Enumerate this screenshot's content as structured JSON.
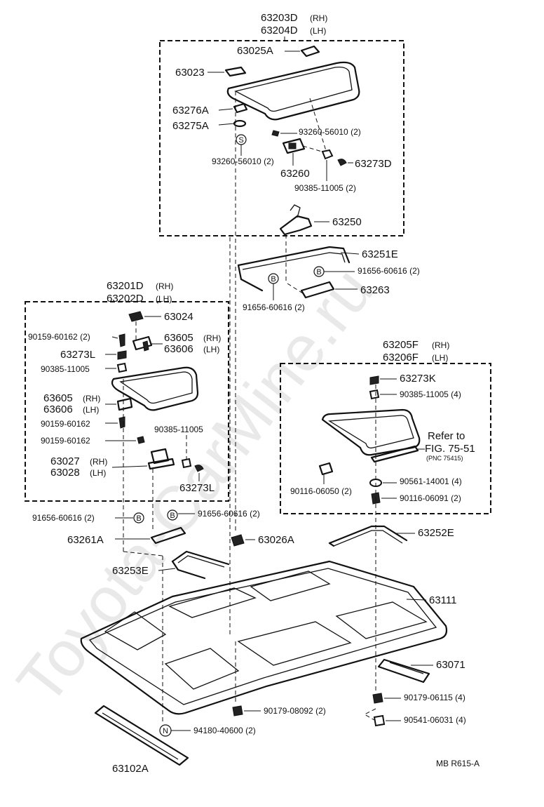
{
  "watermark": "Toyota-CarMine.ru",
  "footer_code": "MB  R615-A",
  "groups": {
    "roof_top": {
      "code1": "63203D",
      "side1": "(RH)",
      "code2": "63204D",
      "side2": "(LH)"
    },
    "roof_left": {
      "code1": "63201D",
      "side1": "(RH)",
      "code2": "63202D",
      "side2": "(LH)"
    },
    "roof_right": {
      "code1": "63205F",
      "side1": "(RH)",
      "code2": "63206F",
      "side2": "(LH)"
    }
  },
  "refer": {
    "line1": "Refer to",
    "line2": "FIG. 75-51",
    "line3": "(PNC 75415)"
  },
  "symbols": {
    "s": "S",
    "b": "B",
    "n": "N"
  },
  "labels": {
    "p63025A": "63025A",
    "p63023": "63023",
    "p63276A": "63276A",
    "p63275A": "63275A",
    "p93260a": "93260-56010 (2)",
    "p93260b": "93260-56010 (2)",
    "p63260": "63260",
    "p63273D": "63273D",
    "p90385a": "90385-11005 (2)",
    "p63250": "63250",
    "p63251E": "63251E",
    "p91656a": "91656-60616 (2)",
    "p91656b": "91656-60616 (2)",
    "p63263": "63263",
    "p63024": "63024",
    "p90159a": "90159-60162 (2)",
    "p63605a": "63605",
    "p63605a_side": "(RH)",
    "p63606a": "63606",
    "p63606a_side": "(LH)",
    "p63273L_a": "63273L",
    "p90385b": "90385-11005",
    "p63605b": "63605",
    "p63605b_side": "(RH)",
    "p63606b": "63606",
    "p63606b_side": "(LH)",
    "p90159b": "90159-60162",
    "p90385c": "90385-11005",
    "p90159c": "90159-60162",
    "p63027": "63027",
    "p63027_side": "(RH)",
    "p63028": "63028",
    "p63028_side": "(LH)",
    "p63273L_b": "63273L",
    "p91656c": "91656-60616 (2)",
    "p91656d": "91656-60616 (2)",
    "p63261A": "63261A",
    "p63273K": "63273K",
    "p90385d": "90385-11005 (4)",
    "p90116a": "90116-06050 (2)",
    "p90561": "90561-14001 (4)",
    "p90116b": "90116-06091 (2)",
    "p63026A": "63026A",
    "p63252E": "63252E",
    "p63253E": "63253E",
    "p63111": "63111",
    "p63071": "63071",
    "p90179a": "90179-06115 (4)",
    "p90179b": "90179-08092 (2)",
    "p90541": "90541-06031 (4)",
    "p94180": "94180-40600 (2)",
    "p63102A": "63102A"
  }
}
